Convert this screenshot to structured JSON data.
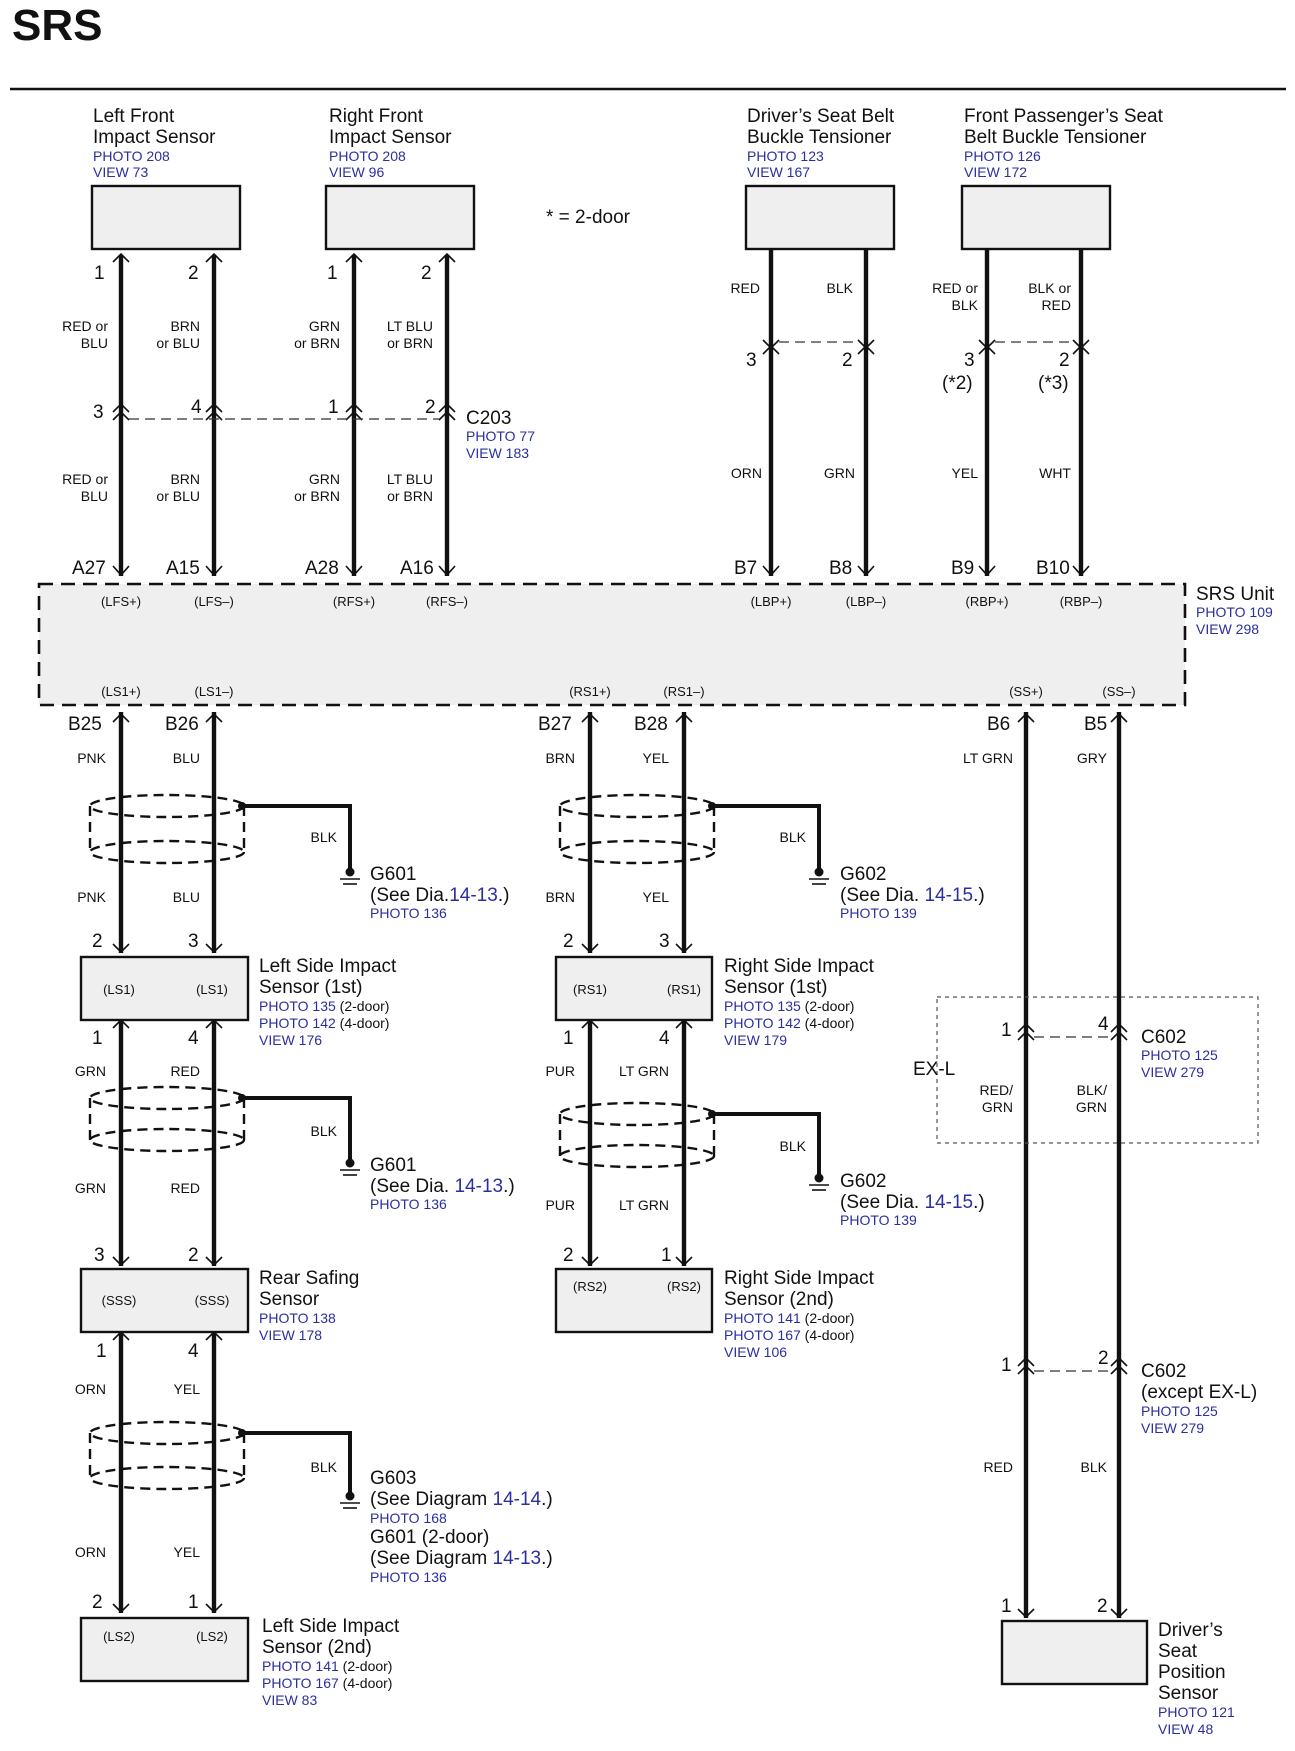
{
  "page_title": "SRS",
  "two_door_note": "* = 2-door",
  "components": {
    "lf_sensor": {
      "name1": "Left Front",
      "name2": "Impact Sensor",
      "photo": "PHOTO 208",
      "view": "VIEW 73"
    },
    "rf_sensor": {
      "name1": "Right Front",
      "name2": "Impact Sensor",
      "photo": "PHOTO 208",
      "view": "VIEW 96"
    },
    "ds_tensioner": {
      "name1": "Driver’s Seat Belt",
      "name2": "Buckle Tensioner",
      "photo": "PHOTO 123",
      "view": "VIEW 167"
    },
    "fp_tensioner": {
      "name1": "Front Passenger’s Seat",
      "name2": "Belt Buckle Tensioner",
      "photo": "PHOTO 126",
      "view": "VIEW 172"
    },
    "srs_unit": {
      "name": "SRS Unit",
      "photo": "PHOTO 109",
      "view": "VIEW 298"
    },
    "ls1": {
      "name1": "Left Side Impact",
      "name2": "Sensor (1st)",
      "photo_a": "PHOTO 135",
      "photo_a_note": "(2-door)",
      "photo_b": "PHOTO 142",
      "photo_b_note": "(4-door)",
      "view": "VIEW 176",
      "pin_label": "(LS1)"
    },
    "rs1": {
      "name1": "Right Side Impact",
      "name2": "Sensor (1st)",
      "photo_a": "PHOTO 135",
      "photo_a_note": "(2-door)",
      "photo_b": "PHOTO 142",
      "photo_b_note": "(4-door)",
      "view": "VIEW 179",
      "pin_label": "(RS1)"
    },
    "sss": {
      "name1": "Rear Safing",
      "name2": "Sensor",
      "photo": "PHOTO 138",
      "view": "VIEW 178",
      "pin_label": "(SSS)"
    },
    "rs2": {
      "name1": "Right Side Impact",
      "name2": "Sensor (2nd)",
      "photo_a": "PHOTO 141",
      "photo_a_note": "(2-door)",
      "photo_b": "PHOTO 167",
      "photo_b_note": "(4-door)",
      "view": "VIEW 106",
      "pin_label": "(RS2)"
    },
    "ls2": {
      "name1": "Left Side Impact",
      "name2": "Sensor (2nd)",
      "photo_a": "PHOTO 141",
      "photo_a_note": "(2-door)",
      "photo_b": "PHOTO 167",
      "photo_b_note": "(4-door)",
      "view": "VIEW 83",
      "pin_label": "(LS2)"
    },
    "dsp_sensor": {
      "name1": "Driver’s",
      "name2": "Seat",
      "name3": "Position",
      "name4": "Sensor",
      "photo": "PHOTO 121",
      "view": "VIEW 48"
    }
  },
  "connectors": {
    "c203": {
      "name": "C203",
      "photo": "PHOTO 77",
      "view": "VIEW 183"
    },
    "c602_exl": {
      "name": "C602",
      "photo": "PHOTO 125",
      "view": "VIEW 279",
      "region": "EX-L"
    },
    "c602_except": {
      "name": "C602",
      "note": "(except EX-L)",
      "photo": "PHOTO 125",
      "view": "VIEW 279"
    }
  },
  "grounds": {
    "g601_a": {
      "name": "G601",
      "see_prefix": "(See Dia.",
      "ref": "14-13",
      "close": ".)",
      "photo": "PHOTO 136"
    },
    "g601_b": {
      "name": "G601",
      "see_prefix": "(See  Dia.",
      "ref": "14-13",
      "close": ".)",
      "photo": "PHOTO 136"
    },
    "g602_a": {
      "name": "G602",
      "see_prefix": "(See Dia.",
      "ref": "14-15",
      "close": ".)",
      "photo": "PHOTO 139"
    },
    "g602_b": {
      "name": "G602",
      "see_prefix": "(See Dia.",
      "ref": "14-15",
      "close": ".)",
      "photo": "PHOTO 139"
    },
    "g603": {
      "name": "G603",
      "see_prefix": "(See Diagram",
      "ref": "14-14",
      "close": ".)",
      "photo": "PHOTO 168",
      "name2": "G601 (2-door)",
      "see_prefix2": "(See Diagram",
      "ref2": "14-13",
      "close2": ".)",
      "photo2": "PHOTO 136"
    }
  },
  "pins": {
    "lf_1": "1",
    "lf_2": "2",
    "rf_1": "1",
    "rf_2": "2",
    "c203_3": "3",
    "c203_4": "4",
    "c203_1": "1",
    "c203_2": "2",
    "ds_3": "3",
    "ds_2": "2",
    "fp_3": "3",
    "fp_2": "2",
    "fp_3_note": "(*2)",
    "fp_2_note": "(*3)",
    "a27": "A27",
    "a15": "A15",
    "a28": "A28",
    "a16": "A16",
    "b7": "B7",
    "b8": "B8",
    "b9": "B9",
    "b10": "B10",
    "b25": "B25",
    "b26": "B26",
    "b27": "B27",
    "b28": "B28",
    "b6": "B6",
    "b5": "B5",
    "ls1_top_a": "2",
    "ls1_top_b": "3",
    "ls1_bot_a": "1",
    "ls1_bot_b": "4",
    "rs1_top_a": "2",
    "rs1_top_b": "3",
    "rs1_bot_a": "1",
    "rs1_bot_b": "4",
    "sss_top_a": "3",
    "sss_top_b": "2",
    "sss_bot_a": "1",
    "sss_bot_b": "4",
    "rs2_top_a": "2",
    "rs2_top_b": "1",
    "ls2_top_a": "2",
    "ls2_top_b": "1",
    "c602a_1": "1",
    "c602a_4": "4",
    "c602b_1": "1",
    "c602b_2": "2",
    "dsp_1": "1",
    "dsp_2": "2"
  },
  "terminals": {
    "lfs_p": "(LFS+)",
    "lfs_m": "(LFS–)",
    "rfs_p": "(RFS+)",
    "rfs_m": "(RFS–)",
    "lbp_p": "(LBP+)",
    "lbp_m": "(LBP–)",
    "rbp_p": "(RBP+)",
    "rbp_m": "(RBP–)",
    "ls1_p": "(LS1+)",
    "ls1_m": "(LS1–)",
    "rs1_p": "(RS1+)",
    "rs1_m": "(RS1–)",
    "ss_p": "(SS+)",
    "ss_m": "(SS–)"
  },
  "wires": {
    "red_or_blu": [
      "RED or",
      "BLU"
    ],
    "brn_or_blu": [
      "BRN",
      "or BLU"
    ],
    "grn_or_brn": [
      "GRN",
      "or BRN"
    ],
    "ltblu_or_brn": [
      "LT BLU",
      "or BRN"
    ],
    "red": "RED",
    "blk": "BLK",
    "red_or_blk": [
      "RED or",
      "BLK"
    ],
    "blk_or_red": [
      "BLK or",
      "RED"
    ],
    "orn": "ORN",
    "grn": "GRN",
    "yel": "YEL",
    "wht": "WHT",
    "pnk": "PNK",
    "blu": "BLU",
    "brn": "BRN",
    "ltgrn": "LT GRN",
    "gry": "GRY",
    "pur": "PUR",
    "red_grn": [
      "RED/",
      "GRN"
    ],
    "blk_grn": [
      "BLK/",
      "GRN"
    ]
  }
}
